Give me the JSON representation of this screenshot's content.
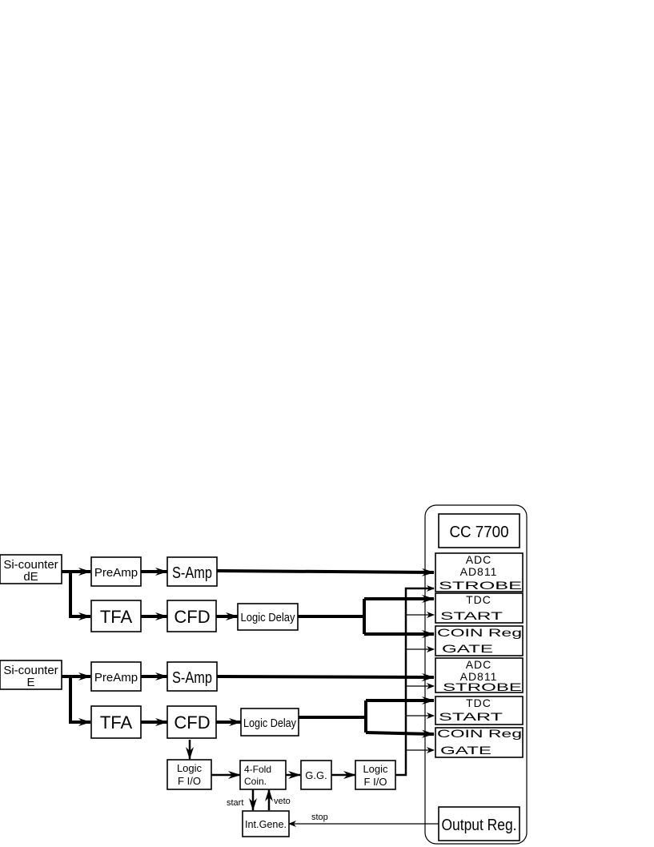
{
  "blocks": {
    "si_de_line1": "Si-counter",
    "si_de_line2": "dE",
    "si_e_line1": "Si-counter",
    "si_e_line2": "E",
    "preamp_top": "PreAmp",
    "preamp_bottom": "PreAmp",
    "samp_top": "S-Amp",
    "samp_bottom": "S-Amp",
    "tfa_top": "TFA",
    "tfa_bottom": "TFA",
    "cfd_top": "CFD",
    "cfd_bottom": "CFD",
    "logic_delay_top": "Logic Delay",
    "logic_delay_bottom": "Logic Delay",
    "logic_fio_left_line1": "Logic",
    "logic_fio_left_line2": "F I/O",
    "fourfold_line1": "4-Fold",
    "fourfold_line2": "Coin.",
    "gg": "G.G.",
    "logic_fio_right_line1": "Logic",
    "logic_fio_right_line2": "F I/O",
    "int_gene": "Int.Gene.",
    "cc7700": "CC 7700",
    "output_reg": "Output Reg."
  },
  "crate": {
    "adc1_line1": "ADC",
    "adc1_line2": "AD811",
    "adc1_strobe": "STROBE",
    "tdc1_line1": "TDC",
    "tdc1_start": "START",
    "coin1_line1": "COIN Reg",
    "coin1_gate": "GATE",
    "adc2_line1": "ADC",
    "adc2_line2": "AD811",
    "adc2_strobe": "STROBE",
    "tdc2_line1": "TDC",
    "tdc2_start": "START",
    "coin2_line1": "COIN Reg",
    "coin2_gate": "GATE"
  },
  "signals": {
    "start": "start",
    "veto": "veto",
    "stop": "stop"
  }
}
